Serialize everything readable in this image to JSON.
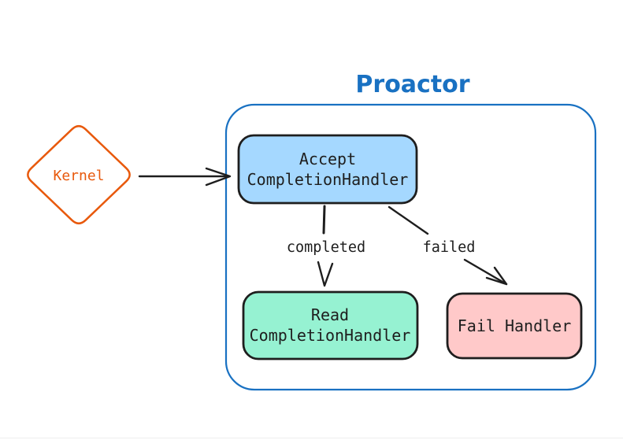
{
  "diagram": {
    "title": {
      "label": "Proactor",
      "color": "#1971c2"
    },
    "nodes": {
      "kernel": {
        "label": "Kernel",
        "shape": "diamond",
        "stroke": "#e8590c",
        "fill": "#ffffff"
      },
      "accept": {
        "line1": "Accept",
        "line2": "CompletionHandler",
        "fill": "#a5d8ff",
        "stroke": "#1e1e1e"
      },
      "read": {
        "line1": "Read",
        "line2": "CompletionHandler",
        "fill": "#96f2d2",
        "stroke": "#1e1e1e"
      },
      "fail": {
        "label": "Fail Handler",
        "fill": "#ffc9c9",
        "stroke": "#1e1e1e"
      }
    },
    "edges": {
      "kernel_to_accept": {
        "from": "Kernel",
        "to": "Accept CompletionHandler"
      },
      "accept_to_read": {
        "label": "completed",
        "from": "Accept CompletionHandler",
        "to": "Read CompletionHandler"
      },
      "accept_to_fail": {
        "label": "failed",
        "from": "Accept CompletionHandler",
        "to": "Fail Handler"
      }
    },
    "colors": {
      "background": "#ffffff",
      "arrow": "#1e1e1e",
      "container_border": "#1971c2",
      "kernel_accent": "#e8590c"
    }
  }
}
